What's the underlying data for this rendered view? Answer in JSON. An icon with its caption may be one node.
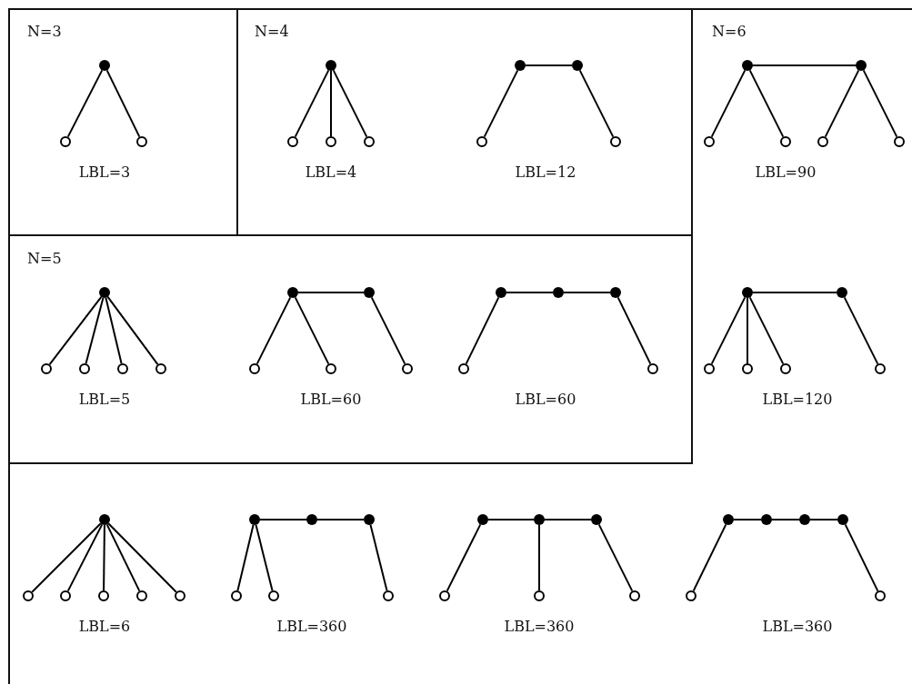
{
  "diagram": {
    "nodes": [
      {
        "text": [
          "N=6"
        ]
      },
      {
        "text": [
          "N=3"
        ],
        "in": 0
      },
      {
        "text": [
          "N=4"
        ],
        "in": 0
      },
      {
        "text": [
          "N=5"
        ],
        "in": 0
      },
      {
        "text": [],
        "shape": "dot",
        "in": 1
      },
      {
        "text": [],
        "shape": "circle",
        "in": 1
      },
      {
        "text": [],
        "shape": "circle",
        "in": 1
      },
      {
        "text": [],
        "shape": "dot",
        "in": 2
      },
      {
        "text": [],
        "shape": "circle",
        "in": 2
      },
      {
        "text": [],
        "shape": "circle",
        "in": 2
      },
      {
        "text": [],
        "shape": "circle",
        "in": 2
      },
      {
        "text": [],
        "shape": "dot",
        "in": 2
      },
      {
        "text": [],
        "shape": "dot",
        "in": 2
      },
      {
        "text": [],
        "shape": "circle",
        "in": 2
      },
      {
        "text": [],
        "shape": "circle",
        "in": 2
      },
      {
        "text": [],
        "shape": "dot",
        "in": 0
      },
      {
        "text": [],
        "shape": "dot",
        "in": 0
      },
      {
        "text": [],
        "shape": "circle",
        "in": 0
      },
      {
        "text": [],
        "shape": "circle",
        "in": 0
      },
      {
        "text": [],
        "shape": "circle",
        "in": 0
      },
      {
        "text": [],
        "shape": "circle",
        "in": 0
      },
      {
        "text": [],
        "shape": "dot",
        "in": 3
      },
      {
        "text": [],
        "shape": "circle",
        "in": 3
      },
      {
        "text": [],
        "shape": "circle",
        "in": 3
      },
      {
        "text": [],
        "shape": "circle",
        "in": 3
      },
      {
        "text": [],
        "shape": "circle",
        "in": 3
      },
      {
        "text": [],
        "shape": "dot",
        "in": 3
      },
      {
        "text": [],
        "shape": "dot",
        "in": 3
      },
      {
        "text": [],
        "shape": "circle",
        "in": 3
      },
      {
        "text": [],
        "shape": "circle",
        "in": 3
      },
      {
        "text": [],
        "shape": "circle",
        "in": 3
      },
      {
        "text": [],
        "shape": "dot",
        "in": 3
      },
      {
        "text": [],
        "shape": "dot",
        "in": 3
      },
      {
        "text": [],
        "shape": "dot",
        "in": 3
      },
      {
        "text": [],
        "shape": "circle",
        "in": 3
      },
      {
        "text": [],
        "shape": "circle",
        "in": 3
      },
      {
        "text": [],
        "shape": "dot",
        "in": 0
      },
      {
        "text": [],
        "shape": "dot",
        "in": 0
      },
      {
        "text": [],
        "shape": "circle",
        "in": 0
      },
      {
        "text": [],
        "shape": "circle",
        "in": 0
      },
      {
        "text": [],
        "shape": "circle",
        "in": 0
      },
      {
        "text": [],
        "shape": "circle",
        "in": 0
      },
      {
        "text": [],
        "shape": "dot",
        "in": 0
      },
      {
        "text": [],
        "shape": "circle",
        "in": 0
      },
      {
        "text": [],
        "shape": "circle",
        "in": 0
      },
      {
        "text": [],
        "shape": "circle",
        "in": 0
      },
      {
        "text": [],
        "shape": "circle",
        "in": 0
      },
      {
        "text": [],
        "shape": "circle",
        "in": 0
      },
      {
        "text": [],
        "shape": "dot",
        "in": 0
      },
      {
        "text": [],
        "shape": "dot",
        "in": 0
      },
      {
        "text": [],
        "shape": "dot",
        "in": 0
      },
      {
        "text": [],
        "shape": "circle",
        "in": 0
      },
      {
        "text": [],
        "shape": "circle",
        "in": 0
      },
      {
        "text": [],
        "shape": "circle",
        "in": 0
      },
      {
        "text": [],
        "shape": "dot",
        "in": 0
      },
      {
        "text": [],
        "shape": "dot",
        "in": 0
      },
      {
        "text": [],
        "shape": "dot",
        "in": 0
      },
      {
        "text": [],
        "shape": "circle",
        "in": 0
      },
      {
        "text": [],
        "shape": "circle",
        "in": 0
      },
      {
        "text": [],
        "shape": "circle",
        "in": 0
      },
      {
        "text": [],
        "shape": "dot",
        "in": 0
      },
      {
        "text": [],
        "shape": "dot",
        "in": 0
      },
      {
        "text": [],
        "shape": "dot",
        "in": 0
      },
      {
        "text": [],
        "shape": "dot",
        "in": 0
      },
      {
        "text": [],
        "shape": "circle",
        "in": 0
      },
      {
        "text": [],
        "shape": "circle",
        "in": 0
      }
    ],
    "edges": [
      {
        "from": 4,
        "to": 5,
        "arrow": "none"
      },
      {
        "from": 4,
        "to": 6,
        "arrow": "none"
      },
      {
        "from": 7,
        "to": 8,
        "arrow": "none"
      },
      {
        "from": 7,
        "to": 9,
        "arrow": "none"
      },
      {
        "from": 7,
        "to": 10,
        "arrow": "none"
      },
      {
        "from": 11,
        "to": 12,
        "arrow": "none"
      },
      {
        "from": 11,
        "to": 13,
        "arrow": "none"
      },
      {
        "from": 12,
        "to": 14,
        "arrow": "none"
      },
      {
        "from": 15,
        "to": 16,
        "arrow": "none"
      },
      {
        "from": 15,
        "to": 17,
        "arrow": "none"
      },
      {
        "from": 15,
        "to": 18,
        "arrow": "none"
      },
      {
        "from": 16,
        "to": 19,
        "arrow": "none"
      },
      {
        "from": 16,
        "to": 20,
        "arrow": "none"
      },
      {
        "from": 21,
        "to": 22,
        "arrow": "none"
      },
      {
        "from": 21,
        "to": 23,
        "arrow": "none"
      },
      {
        "from": 21,
        "to": 24,
        "arrow": "none"
      },
      {
        "from": 21,
        "to": 25,
        "arrow": "none"
      },
      {
        "from": 26,
        "to": 27,
        "arrow": "none"
      },
      {
        "from": 26,
        "to": 28,
        "arrow": "none"
      },
      {
        "from": 26,
        "to": 29,
        "arrow": "none"
      },
      {
        "from": 27,
        "to": 30,
        "arrow": "none"
      },
      {
        "from": 31,
        "to": 32,
        "arrow": "none"
      },
      {
        "from": 32,
        "to": 33,
        "arrow": "none"
      },
      {
        "from": 31,
        "to": 34,
        "arrow": "none"
      },
      {
        "from": 33,
        "to": 35,
        "arrow": "none"
      },
      {
        "from": 36,
        "to": 37,
        "arrow": "none"
      },
      {
        "from": 36,
        "to": 38,
        "arrow": "none"
      },
      {
        "from": 36,
        "to": 39,
        "arrow": "none"
      },
      {
        "from": 36,
        "to": 40,
        "arrow": "none"
      },
      {
        "from": 37,
        "to": 41,
        "arrow": "none"
      },
      {
        "from": 42,
        "to": 43,
        "arrow": "none"
      },
      {
        "from": 42,
        "to": 44,
        "arrow": "none"
      },
      {
        "from": 42,
        "to": 45,
        "arrow": "none"
      },
      {
        "from": 42,
        "to": 46,
        "arrow": "none"
      },
      {
        "from": 42,
        "to": 47,
        "arrow": "none"
      },
      {
        "from": 48,
        "to": 49,
        "arrow": "none"
      },
      {
        "from": 49,
        "to": 50,
        "arrow": "none"
      },
      {
        "from": 48,
        "to": 51,
        "arrow": "none"
      },
      {
        "from": 48,
        "to": 52,
        "arrow": "none"
      },
      {
        "from": 50,
        "to": 53,
        "arrow": "none"
      },
      {
        "from": 54,
        "to": 55,
        "arrow": "none"
      },
      {
        "from": 55,
        "to": 56,
        "arrow": "none"
      },
      {
        "from": 54,
        "to": 57,
        "arrow": "none"
      },
      {
        "from": 55,
        "to": 58,
        "arrow": "none"
      },
      {
        "from": 56,
        "to": 59,
        "arrow": "none"
      },
      {
        "from": 60,
        "to": 61,
        "arrow": "none"
      },
      {
        "from": 61,
        "to": 62,
        "arrow": "none"
      },
      {
        "from": 62,
        "to": 63,
        "arrow": "none"
      },
      {
        "from": 60,
        "to": 64,
        "arrow": "none"
      },
      {
        "from": 63,
        "to": 65,
        "arrow": "none"
      }
    ],
    "labels": [
      "LBL=3",
      "LBL=4",
      "LBL=12",
      "LBL=90",
      "LBL=5",
      "LBL=60",
      "LBL=60",
      "LBL=120",
      "LBL=6",
      "LBL=360",
      "LBL=360",
      "LBL=360"
    ]
  }
}
